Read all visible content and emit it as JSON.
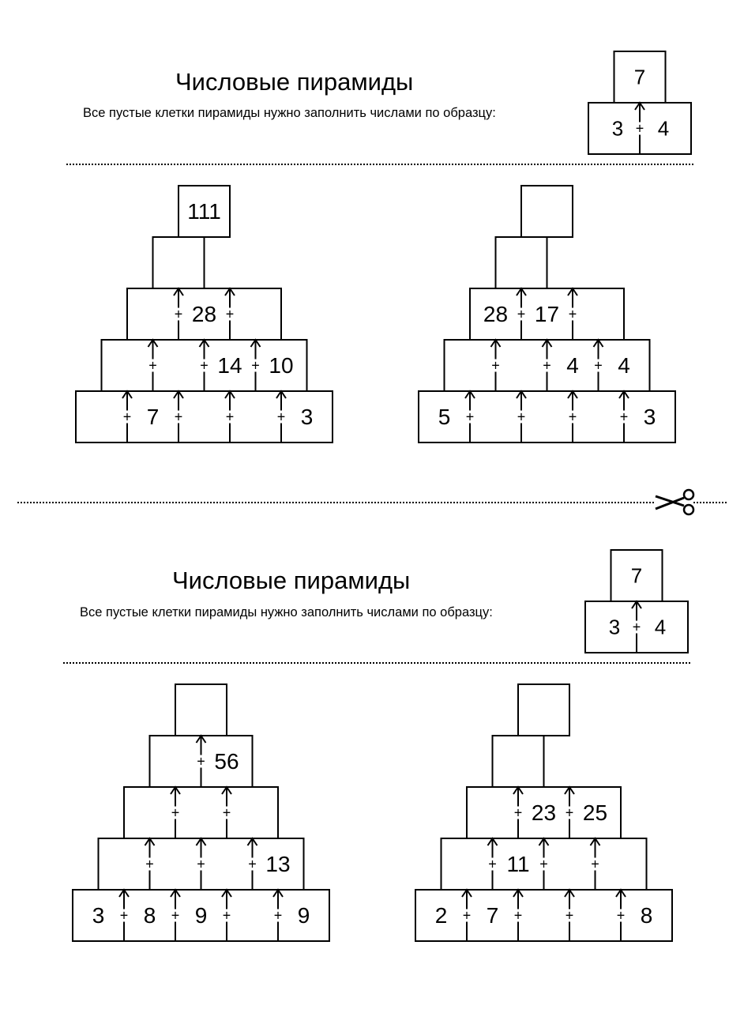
{
  "sheets": [
    {
      "title": "Числовые пирамиды",
      "subtitle": "Все пустые клетки пирамиды нужно заполнить числами по образцу:",
      "sample": {
        "top": "7",
        "left": "3",
        "right": "4",
        "plus": "+"
      },
      "pyramids": [
        {
          "rows": [
            [
              "111"
            ],
            [
              ""
            ],
            [
              "",
              "28",
              ""
            ],
            [
              "",
              "",
              "14",
              "10"
            ],
            [
              "",
              "7",
              "",
              "",
              "3"
            ]
          ]
        },
        {
          "rows": [
            [
              ""
            ],
            [
              ""
            ],
            [
              "28",
              "17",
              ""
            ],
            [
              "",
              "",
              "4",
              "4"
            ],
            [
              "5",
              "",
              "",
              "",
              "3"
            ]
          ]
        }
      ]
    },
    {
      "title": "Числовые пирамиды",
      "subtitle": "Все пустые клетки пирамиды нужно заполнить числами по образцу:",
      "sample": {
        "top": "7",
        "left": "3",
        "right": "4",
        "plus": "+"
      },
      "pyramids": [
        {
          "rows": [
            [
              ""
            ],
            [
              "",
              "56"
            ],
            [
              "",
              "",
              ""
            ],
            [
              "",
              "",
              "",
              "13"
            ],
            [
              "3",
              "8",
              "9",
              "",
              "9"
            ]
          ]
        },
        {
          "rows": [
            [
              ""
            ],
            [
              ""
            ],
            [
              "",
              "23",
              "25"
            ],
            [
              "",
              "11",
              "",
              ""
            ],
            [
              "2",
              "7",
              "",
              "",
              "8"
            ]
          ]
        }
      ]
    }
  ],
  "cut_line_icon": "scissors-icon"
}
